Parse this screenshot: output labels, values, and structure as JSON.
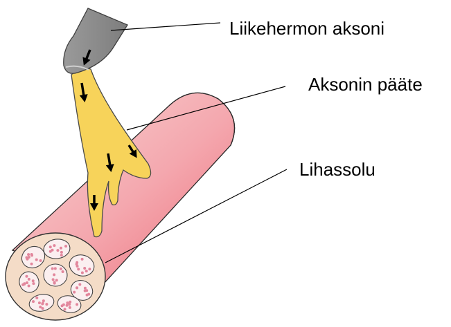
{
  "labels": {
    "axon": "Liikehermon aksoni",
    "terminal": "Aksonin pääte",
    "muscle": "Lihassolu"
  },
  "colors": {
    "axon_fill": "#8c8c8c",
    "terminal_fill": "#f7d35a",
    "muscle_light": "#f9d7d5",
    "muscle_dark": "#ee6f7a",
    "cross_section": "#f4dcc7",
    "fascicle": "#fbeff0",
    "dots": "#e2869c",
    "arrow": "#000000",
    "leader_line": "#000000"
  },
  "icons": [
    "axon-shape",
    "axon-terminal-shape",
    "muscle-fiber-shape",
    "signal-arrow-icon"
  ]
}
